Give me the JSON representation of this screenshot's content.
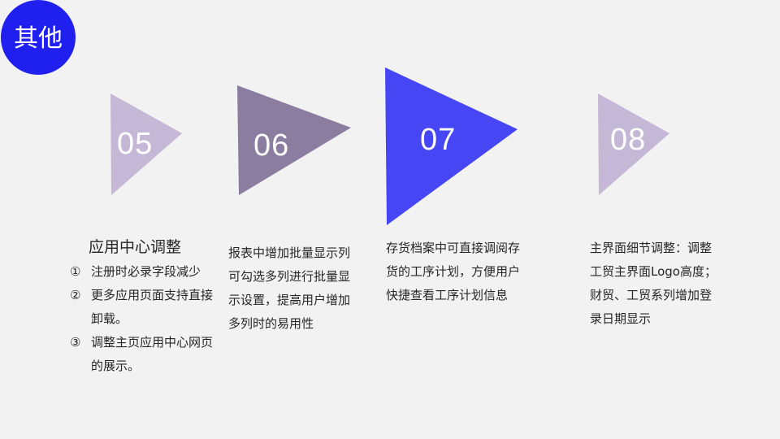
{
  "header": {
    "badge_label": "其他",
    "badge_color": "#1f1ff0"
  },
  "steps": [
    {
      "number": "05",
      "color": "#c4b8d6",
      "title": "应用中心调整",
      "items": [
        {
          "marker": "①",
          "text": "注册时必录字段减少"
        },
        {
          "marker": "②",
          "text": "更多应用页面支持直接卸载。"
        },
        {
          "marker": "③",
          "text": "调整主页应用中心网页的展示。"
        }
      ]
    },
    {
      "number": "06",
      "color": "#8a7da0",
      "lines": [
        "报表中增加批量显示列",
        "可勾选多列进行批量显",
        "示设置，提高用户增加",
        "多列时的易用性"
      ]
    },
    {
      "number": "07",
      "color": "#4646f5",
      "lines": [
        "存货档案中可直接调阅存",
        "货的工序计划，方便用户",
        "快捷查看工序计划信息"
      ]
    },
    {
      "number": "08",
      "color": "#c4b8d6",
      "lines": [
        "主界面细节调整：调整",
        "工贸主界面Logo高度；",
        "财贸、工贸系列增加登",
        "录日期显示"
      ]
    }
  ]
}
